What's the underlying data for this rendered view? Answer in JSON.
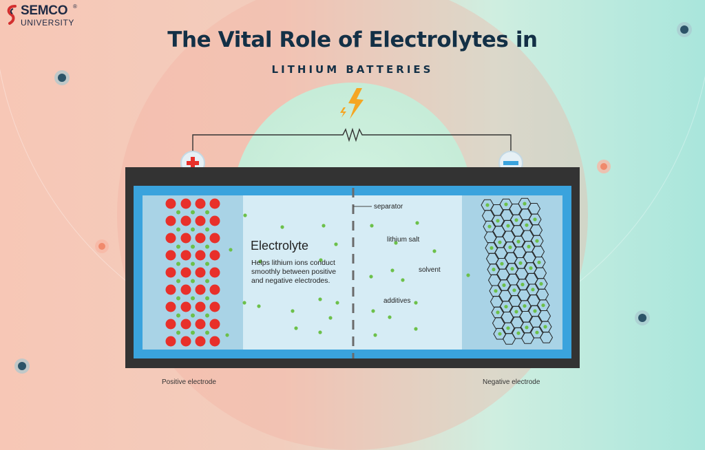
{
  "brand": {
    "name": "SEMCO",
    "registered": "®",
    "subtitle": "UNIVERSITY"
  },
  "title": "The Vital Role of Electrolytes in",
  "subtitle": "LITHIUM BATTERIES",
  "electrolyte": {
    "heading": "Electrolyte",
    "description": [
      "Helps lithium ions conduct",
      "smoothly between positive",
      "and negative electrodes."
    ]
  },
  "labels": {
    "separator": "separator",
    "lithium_salt": "lithium salt",
    "solvent": "solvent",
    "additives": "additives",
    "positive_electrode": "Positive electrode",
    "negative_electrode": "Negative electrode"
  },
  "colors": {
    "title": "#133046",
    "cathode_dot": "#e8302a",
    "ion_dot": "#6cc04a",
    "container_blue": "#3aa3dd",
    "electrolyte_fill": "#d6ecf5",
    "electrode_fill": "#a9d3e6"
  }
}
